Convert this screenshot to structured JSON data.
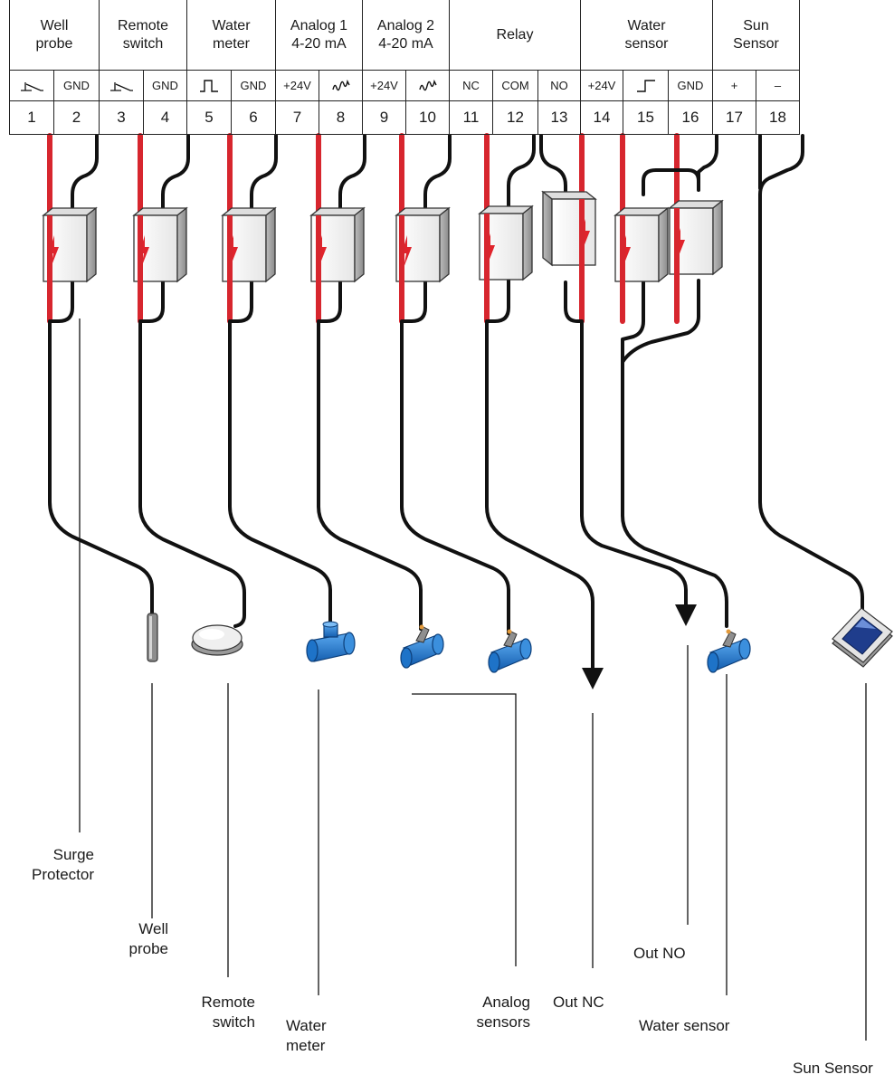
{
  "terminal_groups": [
    {
      "label": "Well\nprobe"
    },
    {
      "label": "Remote\nswitch"
    },
    {
      "label": "Water\nmeter"
    },
    {
      "label": "Analog 1\n4-20 mA"
    },
    {
      "label": "Analog 2\n4-20 mA"
    },
    {
      "label": "Relay"
    },
    {
      "label": "Water\nsensor"
    },
    {
      "label": "Sun\nSensor"
    }
  ],
  "terminals": [
    {
      "number": "1",
      "signal": "",
      "icon": "switch-symbol-icon"
    },
    {
      "number": "2",
      "signal": "GND",
      "icon": ""
    },
    {
      "number": "3",
      "signal": "",
      "icon": "switch-symbol-icon"
    },
    {
      "number": "4",
      "signal": "GND",
      "icon": ""
    },
    {
      "number": "5",
      "signal": "",
      "icon": "pulse-symbol-icon"
    },
    {
      "number": "6",
      "signal": "GND",
      "icon": ""
    },
    {
      "number": "7",
      "signal": "+24V",
      "icon": ""
    },
    {
      "number": "8",
      "signal": "",
      "icon": "analog-signal-icon"
    },
    {
      "number": "9",
      "signal": "+24V",
      "icon": ""
    },
    {
      "number": "10",
      "signal": "",
      "icon": "analog-signal-icon"
    },
    {
      "number": "11",
      "signal": "NC",
      "icon": ""
    },
    {
      "number": "12",
      "signal": "COM",
      "icon": ""
    },
    {
      "number": "13",
      "signal": "NO",
      "icon": ""
    },
    {
      "number": "14",
      "signal": "+24V",
      "icon": ""
    },
    {
      "number": "15",
      "signal": "",
      "icon": "step-signal-icon"
    },
    {
      "number": "16",
      "signal": "GND",
      "icon": ""
    },
    {
      "number": "17",
      "signal": "+",
      "icon": ""
    },
    {
      "number": "18",
      "signal": "–",
      "icon": ""
    }
  ],
  "callouts": {
    "surge_protector": "Surge\nProtector",
    "well_probe": "Well\nprobe",
    "remote_switch": "Remote\nswitch",
    "water_meter": "Water\nmeter",
    "analog_sensors": "Analog\nsensors",
    "out_nc": "Out NC",
    "out_no": "Out NO",
    "water_sensor": "Water sensor",
    "sun_sensor": "Sun Sensor"
  },
  "colors": {
    "wire_red": "#d7262e",
    "wire_black": "#111111",
    "sensor_blue": "#1e73c8",
    "surge_grey": "#9a9a9a",
    "lightning_red": "#e0242c"
  }
}
